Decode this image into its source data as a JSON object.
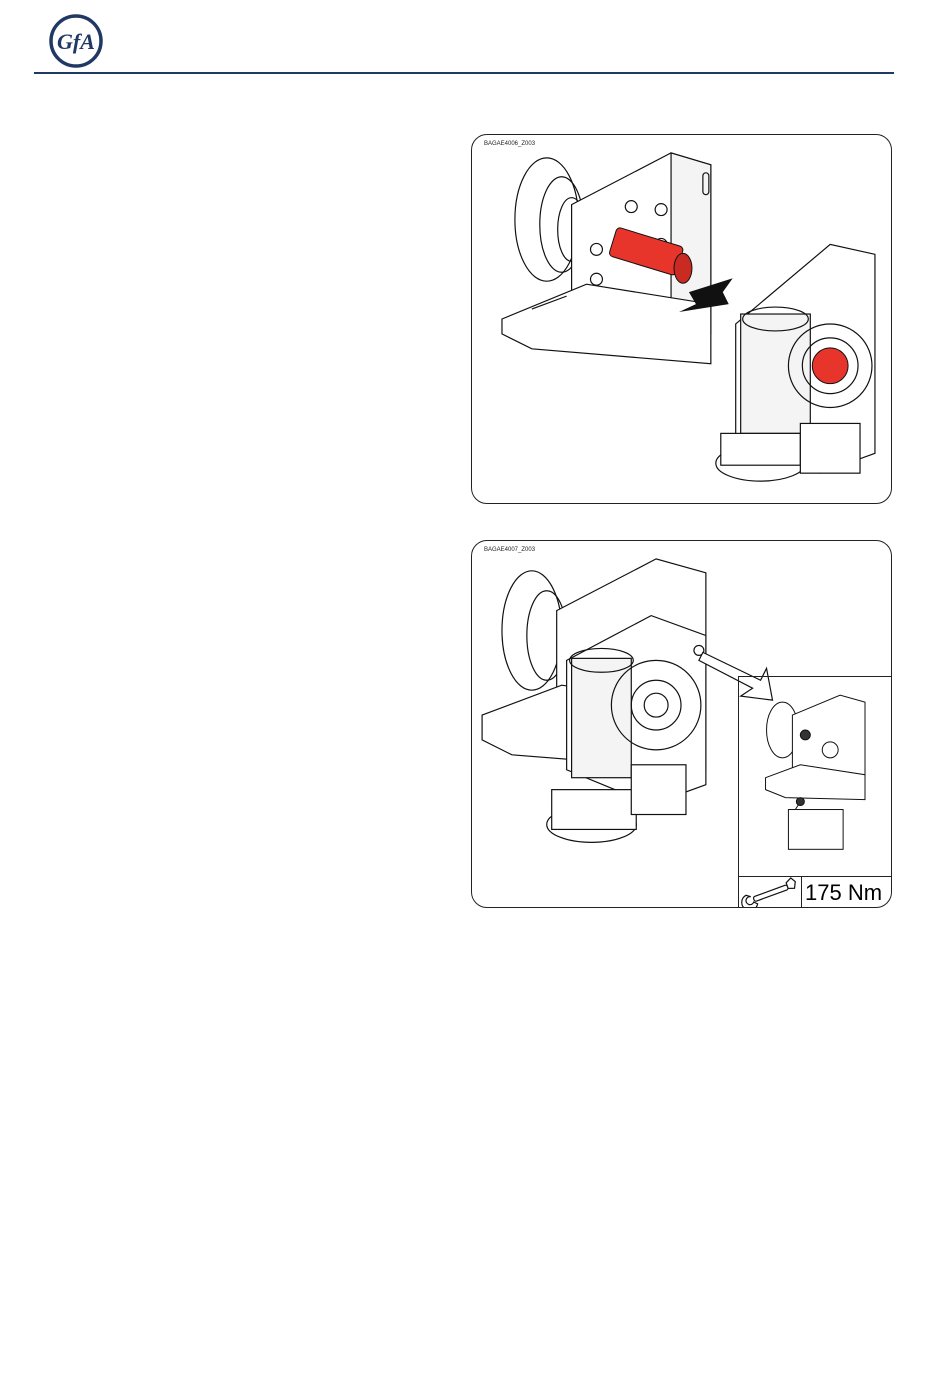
{
  "brand": {
    "name": "GfA",
    "color": "#1f3864"
  },
  "figures": [
    {
      "label": "BAGAE4006_Z003",
      "highlight_color": "#e8352c"
    },
    {
      "label": "BAGAE4007_Z003",
      "tool_icon": "wrench-icon",
      "torque": "175 Nm"
    }
  ]
}
